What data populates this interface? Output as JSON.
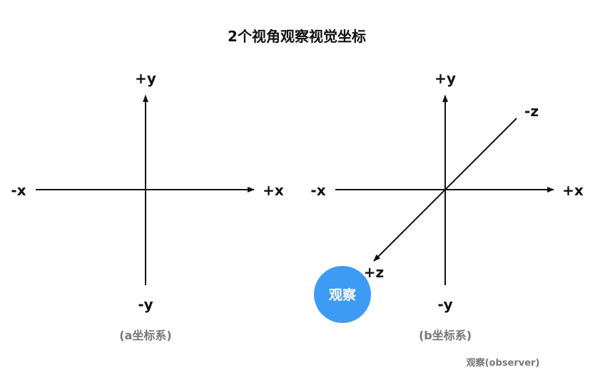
{
  "title": "2个视角观察视觉坐标",
  "panel_a": {
    "labels": {
      "pos_y": "+y",
      "neg_y": "-y",
      "pos_x": "+x",
      "neg_x": "-x"
    },
    "caption": "(a坐标系)"
  },
  "panel_b": {
    "labels": {
      "pos_y": "+y",
      "neg_y": "-y",
      "pos_x": "+x",
      "neg_x": "-x",
      "pos_z": "+z",
      "neg_z": "-z"
    },
    "caption": "(b坐标系)",
    "observer_label": "观察",
    "observer_color": "#3d9bf3"
  },
  "note": "观察(observer)"
}
